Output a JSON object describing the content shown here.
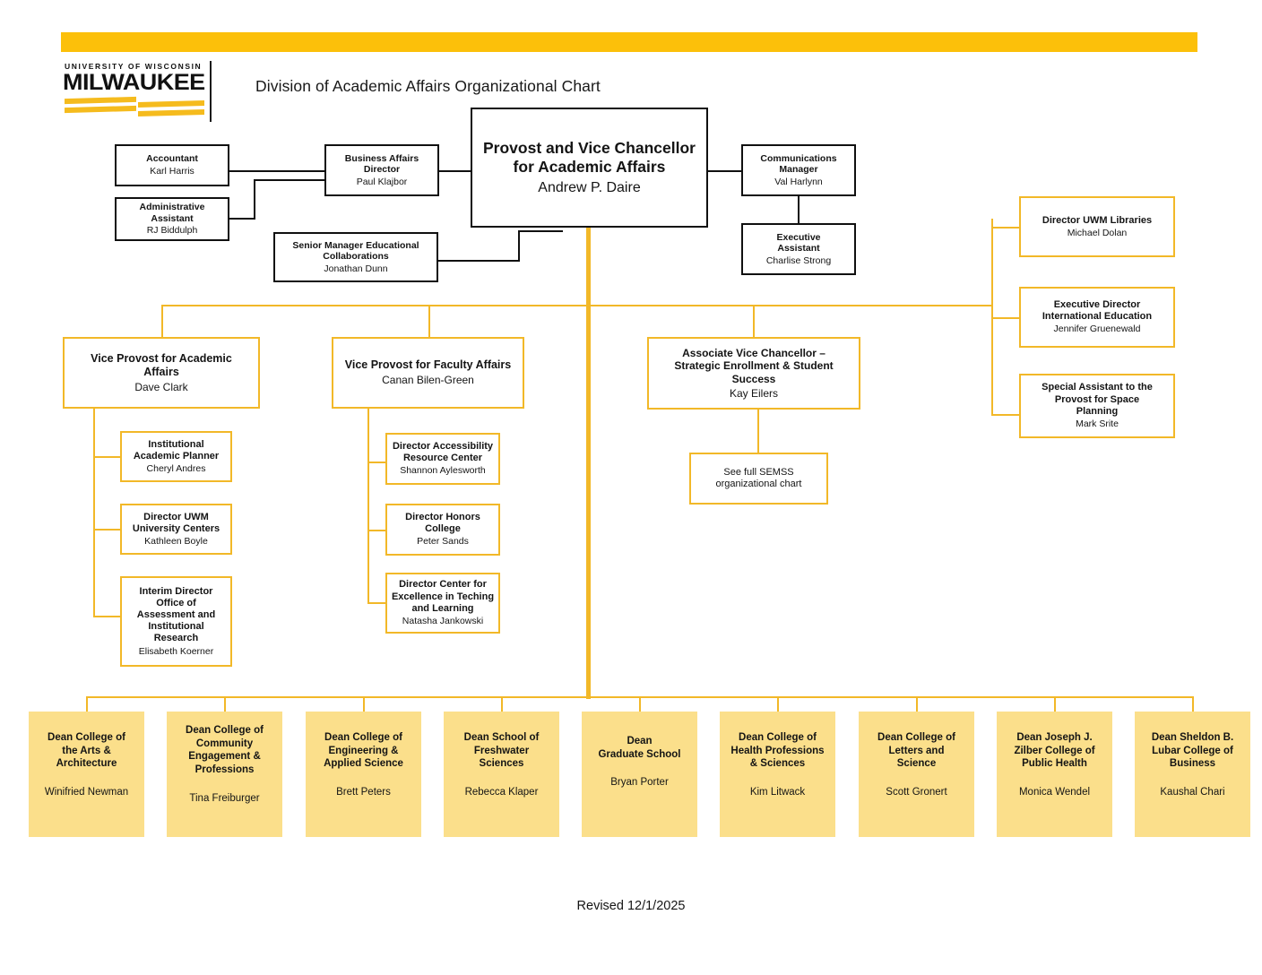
{
  "header": {
    "logo_line1": "UNIVERSITY OF WISCONSIN",
    "logo_line2": "MILWAUKEE",
    "title": "Division of Academic Affairs Organizational Chart"
  },
  "colors": {
    "banner_gold": "#fcc00a",
    "box_outline_gold": "#f2b828",
    "dean_fill": "#fbdf8b",
    "black_outline": "#101010"
  },
  "nodes": {
    "provost": {
      "title": "Provost and Vice Chancellor\nfor Academic Affairs",
      "title_line1": "Provost and Vice Chancellor",
      "title_line2": "for Academic Affairs",
      "person": "Andrew P. Daire"
    },
    "accountant": {
      "title": "Accountant",
      "person": "Karl Harris"
    },
    "admin_assistant": {
      "title_line1": "Administrative",
      "title_line2": "Assistant",
      "person": "RJ Biddulph"
    },
    "business_affairs_director": {
      "title_line1": "Business Affairs",
      "title_line2": "Director",
      "person": "Paul Klajbor"
    },
    "senior_manager_ed_collab": {
      "title_line1": "Senior Manager Educational",
      "title_line2": "Collaborations",
      "person": "Jonathan Dunn"
    },
    "communications_manager": {
      "title_line1": "Communications",
      "title_line2": "Manager",
      "person": "Val Harlynn"
    },
    "executive_assistant": {
      "title_line1": "Executive",
      "title_line2": "Assistant",
      "person": "Charlise Strong"
    },
    "director_uwm_libraries": {
      "title_line1": "Director UWM Libraries",
      "person": "Michael Dolan"
    },
    "exec_director_intl_ed": {
      "title_line1": "Executive Director",
      "title_line2": "International Education",
      "person": "Jennifer Gruenewald"
    },
    "special_assistant_space": {
      "title_line1": "Special Assistant to the",
      "title_line2": "Provost for Space",
      "title_line3": "Planning",
      "person": "Mark Srite"
    },
    "vp_academic_affairs": {
      "title_line1": "Vice Provost for Academic",
      "title_line2": "Affairs",
      "person": "Dave Clark"
    },
    "institutional_academic_planner": {
      "title_line1": "Institutional",
      "title_line2": "Academic Planner",
      "person": "Cheryl Andres"
    },
    "director_university_centers": {
      "title_line1": "Director UWM",
      "title_line2": "University Centers",
      "person": "Kathleen Boyle"
    },
    "interim_director_oair": {
      "title_line1": "Interim Director",
      "title_line2": "Office of",
      "title_line3": "Assessment and",
      "title_line4": "Institutional",
      "title_line5": "Research",
      "person": "Elisabeth Koerner"
    },
    "vp_faculty_affairs": {
      "title_line1": "Vice Provost for Faculty Affairs",
      "person": "Canan Bilen-Green"
    },
    "director_accessibility": {
      "title_line1": "Director Accessibility",
      "title_line2": "Resource Center",
      "person": "Shannon Aylesworth"
    },
    "director_honors_college": {
      "title_line1": "Director Honors",
      "title_line2": "College",
      "person": "Peter Sands"
    },
    "director_cetl": {
      "title_line1": "Director Center for",
      "title_line2": "Excellence in Teching",
      "title_line3": "and Learning",
      "person": "Natasha Jankowski"
    },
    "avc_semss": {
      "title_line1": "Associate Vice Chancellor –",
      "title_line2": "Strategic Enrollment & Student",
      "title_line3": "Success",
      "person": "Kay Eilers"
    },
    "semss_note": {
      "line1": "See full SEMSS",
      "line2": "organizational chart"
    }
  },
  "deans": [
    {
      "title_line1": "Dean College of",
      "title_line2": "the Arts &",
      "title_line3": "Architecture",
      "person": "Winifried Newman"
    },
    {
      "title_line1": "Dean College of",
      "title_line2": "Community",
      "title_line3": "Engagement &",
      "title_line4": "Professions",
      "person": "Tina Freiburger"
    },
    {
      "title_line1": "Dean College of",
      "title_line2": "Engineering &",
      "title_line3": "Applied Science",
      "person": "Brett Peters"
    },
    {
      "title_line1": "Dean School of",
      "title_line2": "Freshwater",
      "title_line3": "Sciences",
      "person": "Rebecca Klaper"
    },
    {
      "title_line1": "Dean",
      "title_line2": "Graduate School",
      "person": "Bryan Porter"
    },
    {
      "title_line1": "Dean College of",
      "title_line2": "Health Professions",
      "title_line3": "& Sciences",
      "person": "Kim Litwack"
    },
    {
      "title_line1": "Dean College of",
      "title_line2": "Letters and",
      "title_line3": "Science",
      "person": "Scott Gronert"
    },
    {
      "title_line1": "Dean Joseph J.",
      "title_line2": "Zilber College of",
      "title_line3": "Public Health",
      "person": "Monica Wendel"
    },
    {
      "title_line1": "Dean Sheldon B.",
      "title_line2": "Lubar College of",
      "title_line3": "Business",
      "person": "Kaushal Chari"
    }
  ],
  "footer": {
    "revised": "Revised 12/1/2025"
  }
}
